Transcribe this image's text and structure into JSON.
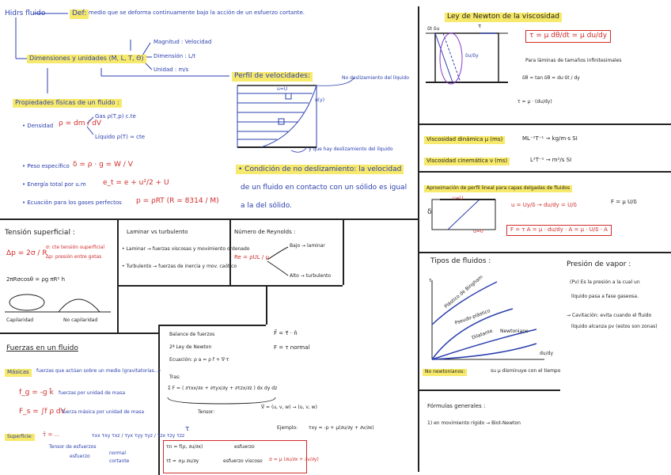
{
  "top_left": {
    "title": "Hidrs fluido",
    "def": "Def:",
    "def_text": "medio que se deforma continuamente bajo la acción de un esfuerzo cortante.",
    "dimensions": "Dimensiones y unidades (M, L, T, Θ)",
    "dim_items": [
      "Magnitud : Velocidad",
      "Dimensión : L/t",
      "Unidad : m/s"
    ],
    "perfil": "Perfil de velocidades:",
    "u_label": "u=U",
    "no_slip_label": "No deslizamiento del líquido",
    "u0_label": "u(y)",
    "below_label": "y que hay deslizamiento del líquido",
    "propiedades": "Propiedades físicas de un fluido :",
    "densidad": "• Densidad",
    "rho_formula": "ρ = dm / dV",
    "gas": "Gas ρ(T,p) c.te",
    "liquido": "Líquido ρ(T) ≈ cte",
    "peso": "• Peso específico",
    "gamma_formula": "δ = ρ · g = W / V",
    "energia": "• Energía total por u.m",
    "energia_formula": "e_t = e + u²/2 + U",
    "ecuacion": "• Ecuación para los gases perfectos",
    "gas_formula": "p = ρRT   (R = 8314 / M)",
    "condicion": "• Condición de no deslizamiento: la velocidad",
    "condicion2": "de un fluido en contacto con un sólido es igual",
    "condicion3": "a la del sólido."
  },
  "tension": {
    "title": "Tensión superficial :",
    "f1": "Δp = 2σ / R",
    "f1a": "σ: cte tensión superficial",
    "f1b": "Δp: presión entre gotas",
    "f2": "2πRσcosθ = ρg πR² h",
    "lbl1": "Capilaridad",
    "lbl2": "No capilaridad"
  },
  "laminar": {
    "title": "Laminar vs turbulento",
    "l1": "• Laminar → fuerzas viscosas y movimiento ordenado",
    "l2": "• Turbulento → fuerzas de inercia y mov. caótico"
  },
  "reynolds": {
    "title": "Número de Reynolds :",
    "formula": "Re = ρUL / μ",
    "bajo": "Bajo → laminar",
    "alto": "Alto → turbulento"
  },
  "fuerzas": {
    "title": "Fuerzas en un fluido",
    "masicas": "Másicas",
    "masicas_desc": "fuerzas que actúan sobre un medio (gravitatorias...)",
    "fm_formula": "f_g = -g k̂",
    "fm_desc": "fuerzas por unidad de masa",
    "fs_formula": "F_s = ∫f ρ dV",
    "fs_desc": "fuerza másica por unidad de masa",
    "superf": "Superficie:",
    "tensor_label": "Tensor de esfuerzos",
    "tensor_mat": "τxx τxy τxz / τyx τyy τyz / τzx τzy τzz",
    "normal": "normal",
    "cortante": "cortante",
    "esfuerzo": "esfuerzo"
  },
  "center": {
    "balance": "Balance de fuerzos",
    "b1": "2ª Ley de Newton",
    "b2": "Ecuación: ρ a = ρ f + ∇·τ",
    "tras": "Tras:",
    "eq_long": "Σ F = ( ∂τxx/∂x + ∂τyx/∂y + ∂τzx/∂z ) dx dy dz",
    "tensor": "Tensor:",
    "vel_vec": "V⃗ = (u, v, w) → (u, v, w)",
    "ejemplo": "Ejemplo:",
    "ej_formula": "τxy = -p + μ(∂u/∂y + ∂v/∂x)",
    "tau_n": "τn = f(ρ, ∂u/∂x)",
    "esfuerzo": "esfuerzo",
    "tau_t": "τt = ±μ ∂u/∂y",
    "esf_viscoso": "esfuerzo viscoso",
    "sigma_formula": "σ = μ (∂u/∂x + ∂v/∂y)",
    "rel1": "F⃗ = τ⃗ · n̂",
    "rel2": "F = τ normal"
  },
  "newton": {
    "title": "Ley de Newton de la viscosidad",
    "formula": "τ = μ dθ/dt = μ du/dy",
    "aux1": "Para láminas de tamaños infinitesimales",
    "aux2": "δθ ≈ tan δθ = du·δt / dy",
    "aux3": "τ = μ · (du/dy)",
    "dxdt": "δt δu",
    "t_label": "τ",
    "dt_label": "δu/δy",
    "visc_din": "Viscosidad dinámica μ (ms)",
    "visc_din_u": "ML⁻¹T⁻¹ → kg/m·s   SI",
    "visc_cin": "Viscosidad cinemática ν (ms)",
    "visc_cin_u": "L²T⁻¹ → m²/s   SI",
    "aprox": "Aproximación de perfil lineal para capas delgadas de fluidos",
    "aprox_f1": "u = Uy/δ → du/dy = U/δ",
    "aprox_f2": "F = μ U/δ",
    "aprox_box": "F = τ A = μ · du/dy · A = μ · U/δ · A",
    "uu": "u=U",
    "u0": "u=0",
    "delta": "δ"
  },
  "tipos": {
    "title": "Tipos de fluidos :",
    "curves": [
      "Plástico de Bingham",
      "Pseudo-plástico",
      "Newtoniano",
      "Dilatante"
    ],
    "x_label": "du/dy",
    "y_label": "τ",
    "no_newt": "No newtonianos:",
    "no_newt_desc": "su μ disminuye con el tiempo"
  },
  "presion": {
    "title": "Presión de vapor :",
    "p1": "(Pv) Es la presión a la cual un",
    "p2": "líquido pasa a fase gaseosa.",
    "p3": "→ Cavitación: evita cuando el fluido",
    "p4": "líquido alcanza pv (estos son zonas)"
  },
  "formulas": {
    "title": "Fórmulas generales :",
    "f1": "1) en movimiento rígido → Biot-Newton"
  }
}
